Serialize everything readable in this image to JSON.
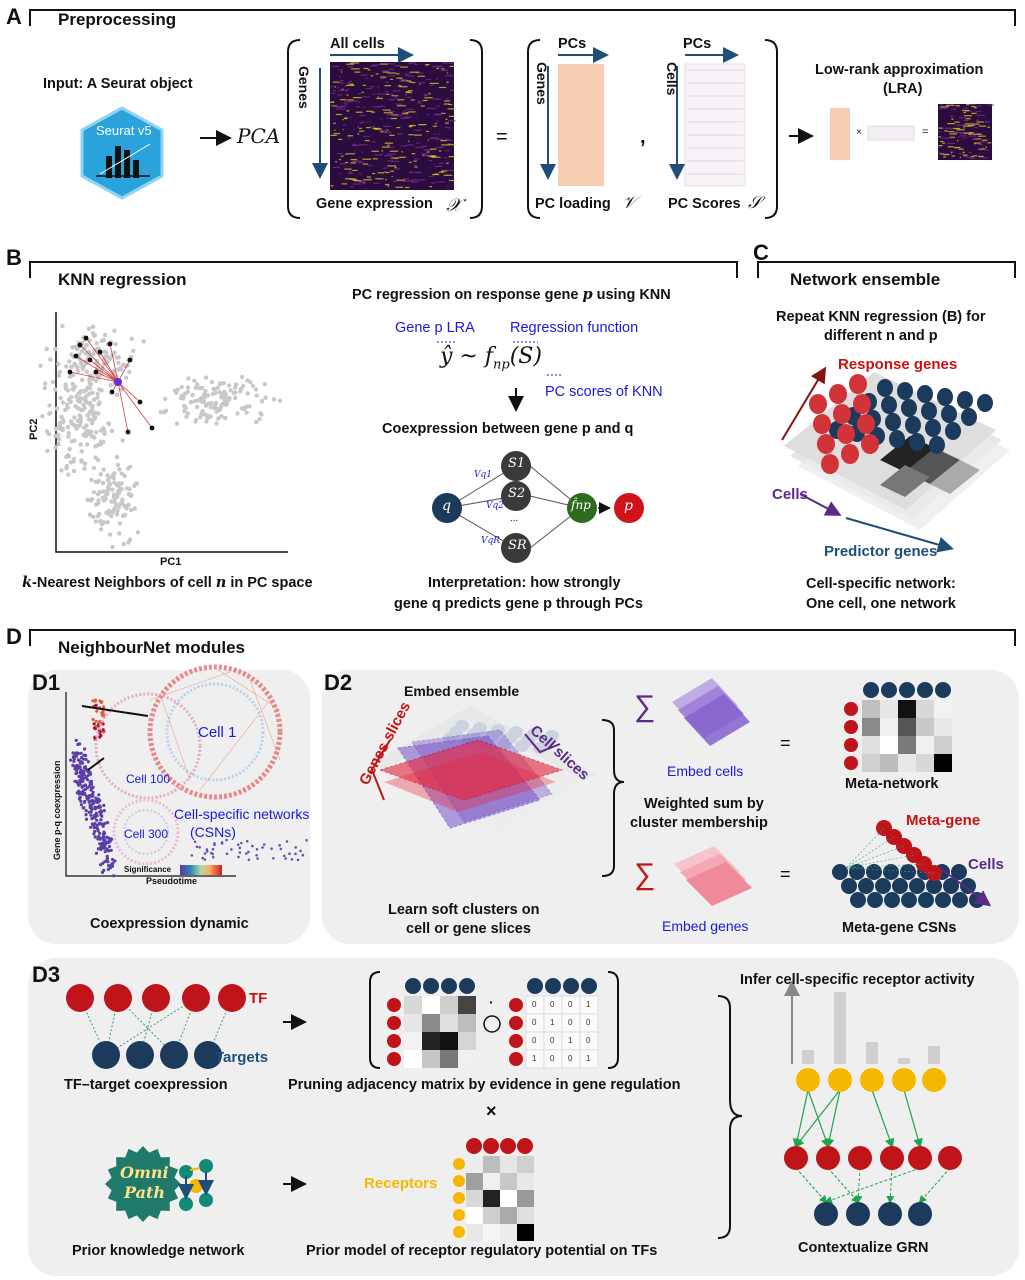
{
  "panelA": {
    "letter": "A",
    "title": "Preprocessing",
    "input_label": "Input: A Seurat object",
    "seurat_label": "Seurat v5",
    "pca": "PCA",
    "all_cells": "All cells",
    "genes": "Genes",
    "gene_expression": "Gene expression",
    "expr_sym": "𝒳",
    "equals": "=",
    "pcs": "PCs",
    "cells": "Cells",
    "pc_loading": "PC loading",
    "loading_sym": "𝒱",
    "pc_scores": "PC Scores",
    "scores_sym": "𝒮",
    "comma": ",",
    "lra_line1": "Low-rank approximation",
    "lra_line2": "(LRA)",
    "times": "×",
    "eq_small": "="
  },
  "panelB": {
    "letter": "B",
    "title": "KNN regression",
    "pc2": "PC2",
    "pc1": "PC1",
    "knn_caption_k": "k",
    "knn_caption_rest": "-Nearest Neighbors of cell ",
    "knn_caption_n": "n",
    "knn_caption_end": " in PC space",
    "reg_title": "PC regression on response gene ",
    "reg_title_p": "p",
    "reg_title_end": " using KNN",
    "gene_lra": "Gene p LRA",
    "reg_function": "Regression function",
    "pc_scores_knn": "PC scores of KNN",
    "coexpr_title": "Coexpression between gene p and q",
    "interp_line1": "Interpretation: how strongly",
    "interp_line2": "gene q predicts  gene p through PCs",
    "node_q": "q",
    "node_p": "p",
    "node_s1": "S1",
    "node_s2": "S2",
    "node_sR": "SR",
    "node_fnp": "f̂np",
    "vq1": "Vq1",
    "vq2": "Vq2",
    "vqR": "VqR",
    "dots": "..."
  },
  "panelC": {
    "letter": "C",
    "title": "Network ensemble",
    "repeat_line1": "Repeat KNN regression (B) for",
    "repeat_line2": "different n and p",
    "response_genes": "Response genes",
    "cells": "Cells",
    "predictor_genes": "Predictor genes",
    "csn_line1": "Cell-specific network:",
    "csn_line2": "One cell, one network"
  },
  "panelD": {
    "letter": "D",
    "title": "NeighbourNet modules",
    "d1": {
      "label": "D1",
      "cell1": "Cell 1",
      "cell100": "Cell 100",
      "cell300": "Cell 300",
      "csn_line1": "Cell-specific networks",
      "csn_line2": "(CSNs)",
      "yaxis": "Gene p-q coexpression",
      "xaxis": "Pseudotime",
      "significance": "Significance",
      "caption": "Coexpression dynamic"
    },
    "d2": {
      "label": "D2",
      "embed_ensemble": "Embed ensemble",
      "genes_slices": "Genes slices",
      "cell_slices": "Cell slices",
      "learn_line1": "Learn soft clusters on",
      "learn_line2": "cell or gene slices",
      "sigma": "∑",
      "embed_cells": "Embed cells",
      "embed_genes": "Embed genes",
      "weighted_line1": "Weighted sum by",
      "weighted_line2": "cluster membership",
      "equals": "=",
      "meta_network": "Meta-network",
      "meta_gene": "Meta-gene",
      "cells": "Cells",
      "meta_gene_csns": "Meta-gene CSNs"
    },
    "d3": {
      "label": "D3",
      "tf": "TF",
      "targets": "Targets",
      "tf_target": "TF–target coexpression",
      "pruning": "Pruning adjacency matrix by evidence in gene regulation",
      "hadamard_dot": "·",
      "times": "×",
      "omni": "Omni",
      "path": "Path",
      "prior_kn": "Prior knowledge network",
      "receptors": "Receptors",
      "prior_model": "Prior model of receptor regulatory potential on TFs",
      "infer": "Infer cell-specific receptor activity",
      "contextualize": "Contextualize GRN",
      "binary_matrix": [
        [
          "0",
          "0",
          "0",
          "1"
        ],
        [
          "0",
          "1",
          "0",
          "0"
        ],
        [
          "0",
          "0",
          "1",
          "0"
        ],
        [
          "1",
          "0",
          "0",
          "1"
        ]
      ]
    }
  },
  "colors": {
    "red_node": "#c0141b",
    "navy_node": "#1b3a5c",
    "yellow_node": "#f5b800",
    "green_node": "#2e6b1f",
    "dark_node": "#3a3a3a",
    "blue_text": "#1a1ad6",
    "purple": "#5b2a86",
    "seurat_blue": "#2a9fd8"
  }
}
